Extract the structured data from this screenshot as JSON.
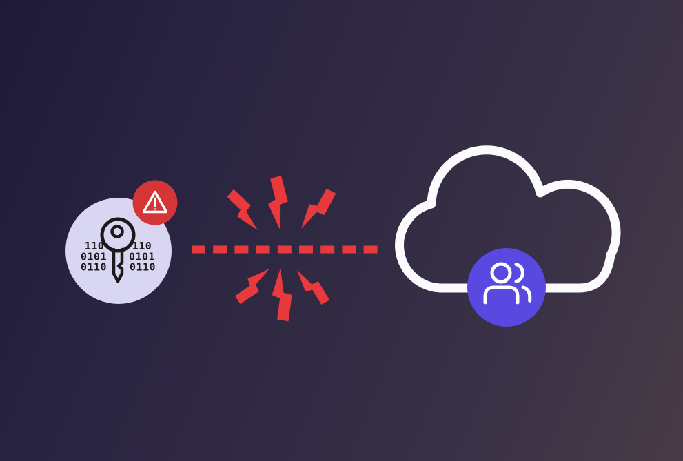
{
  "key_credential": {
    "binary_left": [
      "110",
      "0101",
      "0110"
    ],
    "binary_right": [
      "110",
      "0101",
      "0110"
    ]
  },
  "colors": {
    "background_top_left": "#1f1b37",
    "background_left": "#272240",
    "background_right": "#3b3246",
    "background_bottom_right": "#493c46",
    "credential_circle": "#d9d6f2",
    "key_ink": "#1a1a1a",
    "alert_badge_red": "#d43536",
    "alert_glyph_white": "#ffffff",
    "spark_red": "#e8393c",
    "cloud_white": "#fbfafc",
    "users_badge_purple": "#5a49e0",
    "users_glyph_white": "#ffffff"
  },
  "icons": {
    "key": "binary-key-icon",
    "warning": "warning-triangle-icon",
    "lightning": "lightning-bolt-icon",
    "cloud": "cloud-icon",
    "users": "users-icon"
  }
}
